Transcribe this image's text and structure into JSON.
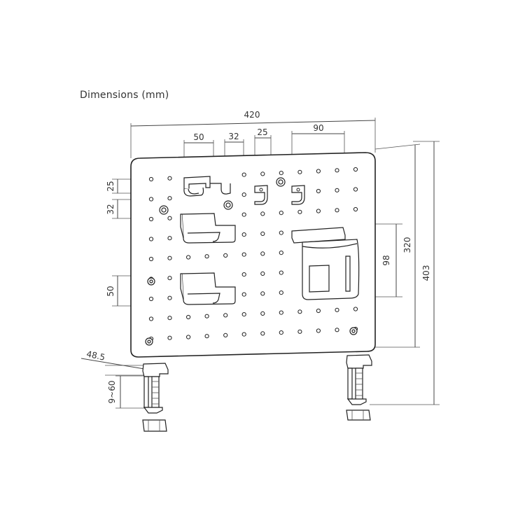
{
  "title": "Dimensions (mm)",
  "dimensions": {
    "overall_width": "420",
    "hook_left_width": "50",
    "peg_spacing": "32",
    "hook_small_width": "25",
    "cup_width": "90",
    "hook_height": "25",
    "row_spacing": "32",
    "shelf_height": "50",
    "cup_height": "98",
    "board_height": "320",
    "total_height": "403",
    "clamp_depth": "48.5",
    "clamp_range": "9~60"
  }
}
